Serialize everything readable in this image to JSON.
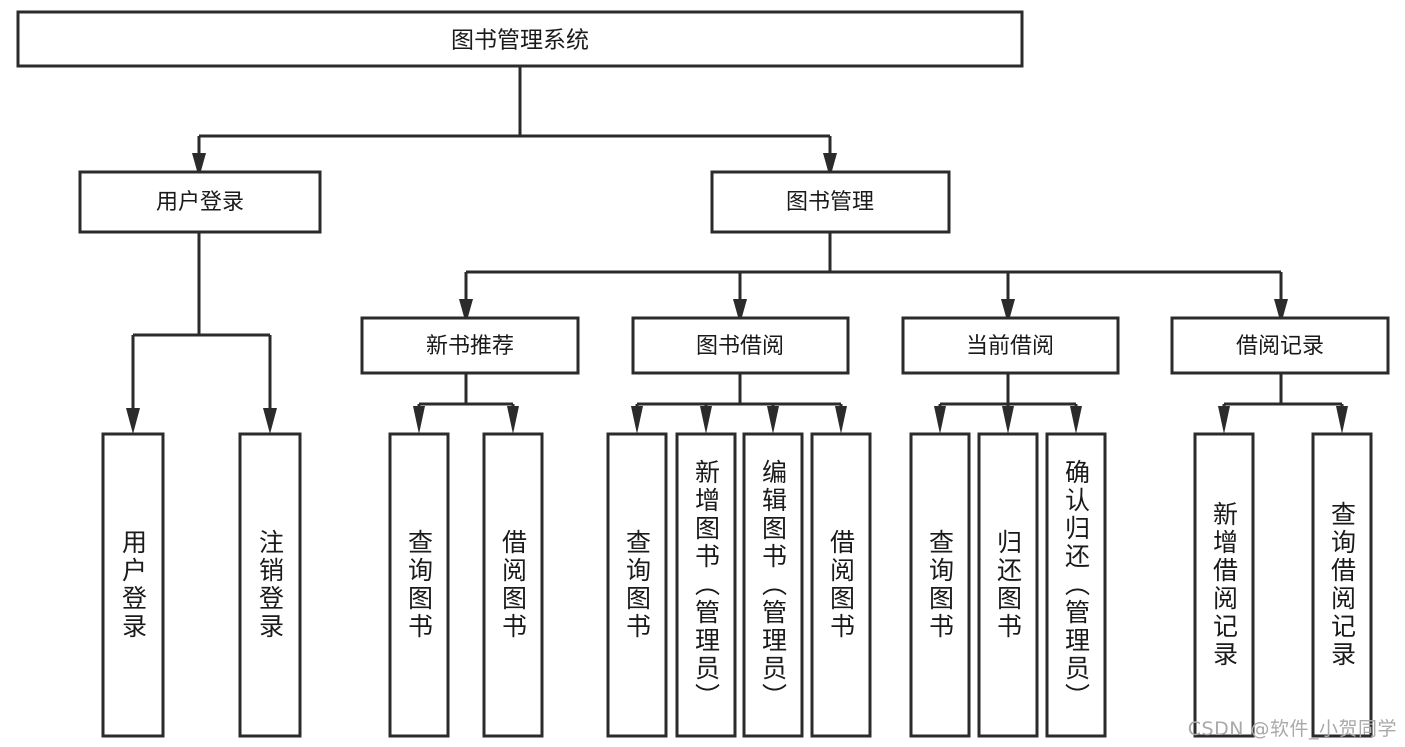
{
  "diagram": {
    "title": "图书管理系统",
    "type": "tree",
    "watermark": "CSDN @软件_小贺同学",
    "colors": {
      "stroke": "#2b2b2b",
      "fill": "#ffffff",
      "text": "#1a1a1a",
      "watermark": "#a9a9a9",
      "background": "#ffffff"
    },
    "root": {
      "label": "图书管理系统"
    },
    "level2": [
      {
        "label": "用户登录"
      },
      {
        "label": "图书管理"
      }
    ],
    "level3": [
      {
        "label": "新书推荐"
      },
      {
        "label": "图书借阅"
      },
      {
        "label": "当前借阅"
      },
      {
        "label": "借阅记录"
      }
    ],
    "leaves": {
      "user_login": [
        {
          "label": "用户登录"
        },
        {
          "label": "注销登录"
        }
      ],
      "new_book_recommend": [
        {
          "label": "查询图书"
        },
        {
          "label": "借阅图书"
        }
      ],
      "book_borrow": [
        {
          "label": "查询图书"
        },
        {
          "label": "新增图书（管理员）"
        },
        {
          "label": "编辑图书（管理员）"
        },
        {
          "label": "借阅图书"
        }
      ],
      "current_borrow": [
        {
          "label": "查询图书"
        },
        {
          "label": "归还图书"
        },
        {
          "label": "确认归还（管理员）"
        }
      ],
      "borrow_record": [
        {
          "label": "新增借阅记录"
        },
        {
          "label": "查询借阅记录"
        }
      ]
    }
  }
}
